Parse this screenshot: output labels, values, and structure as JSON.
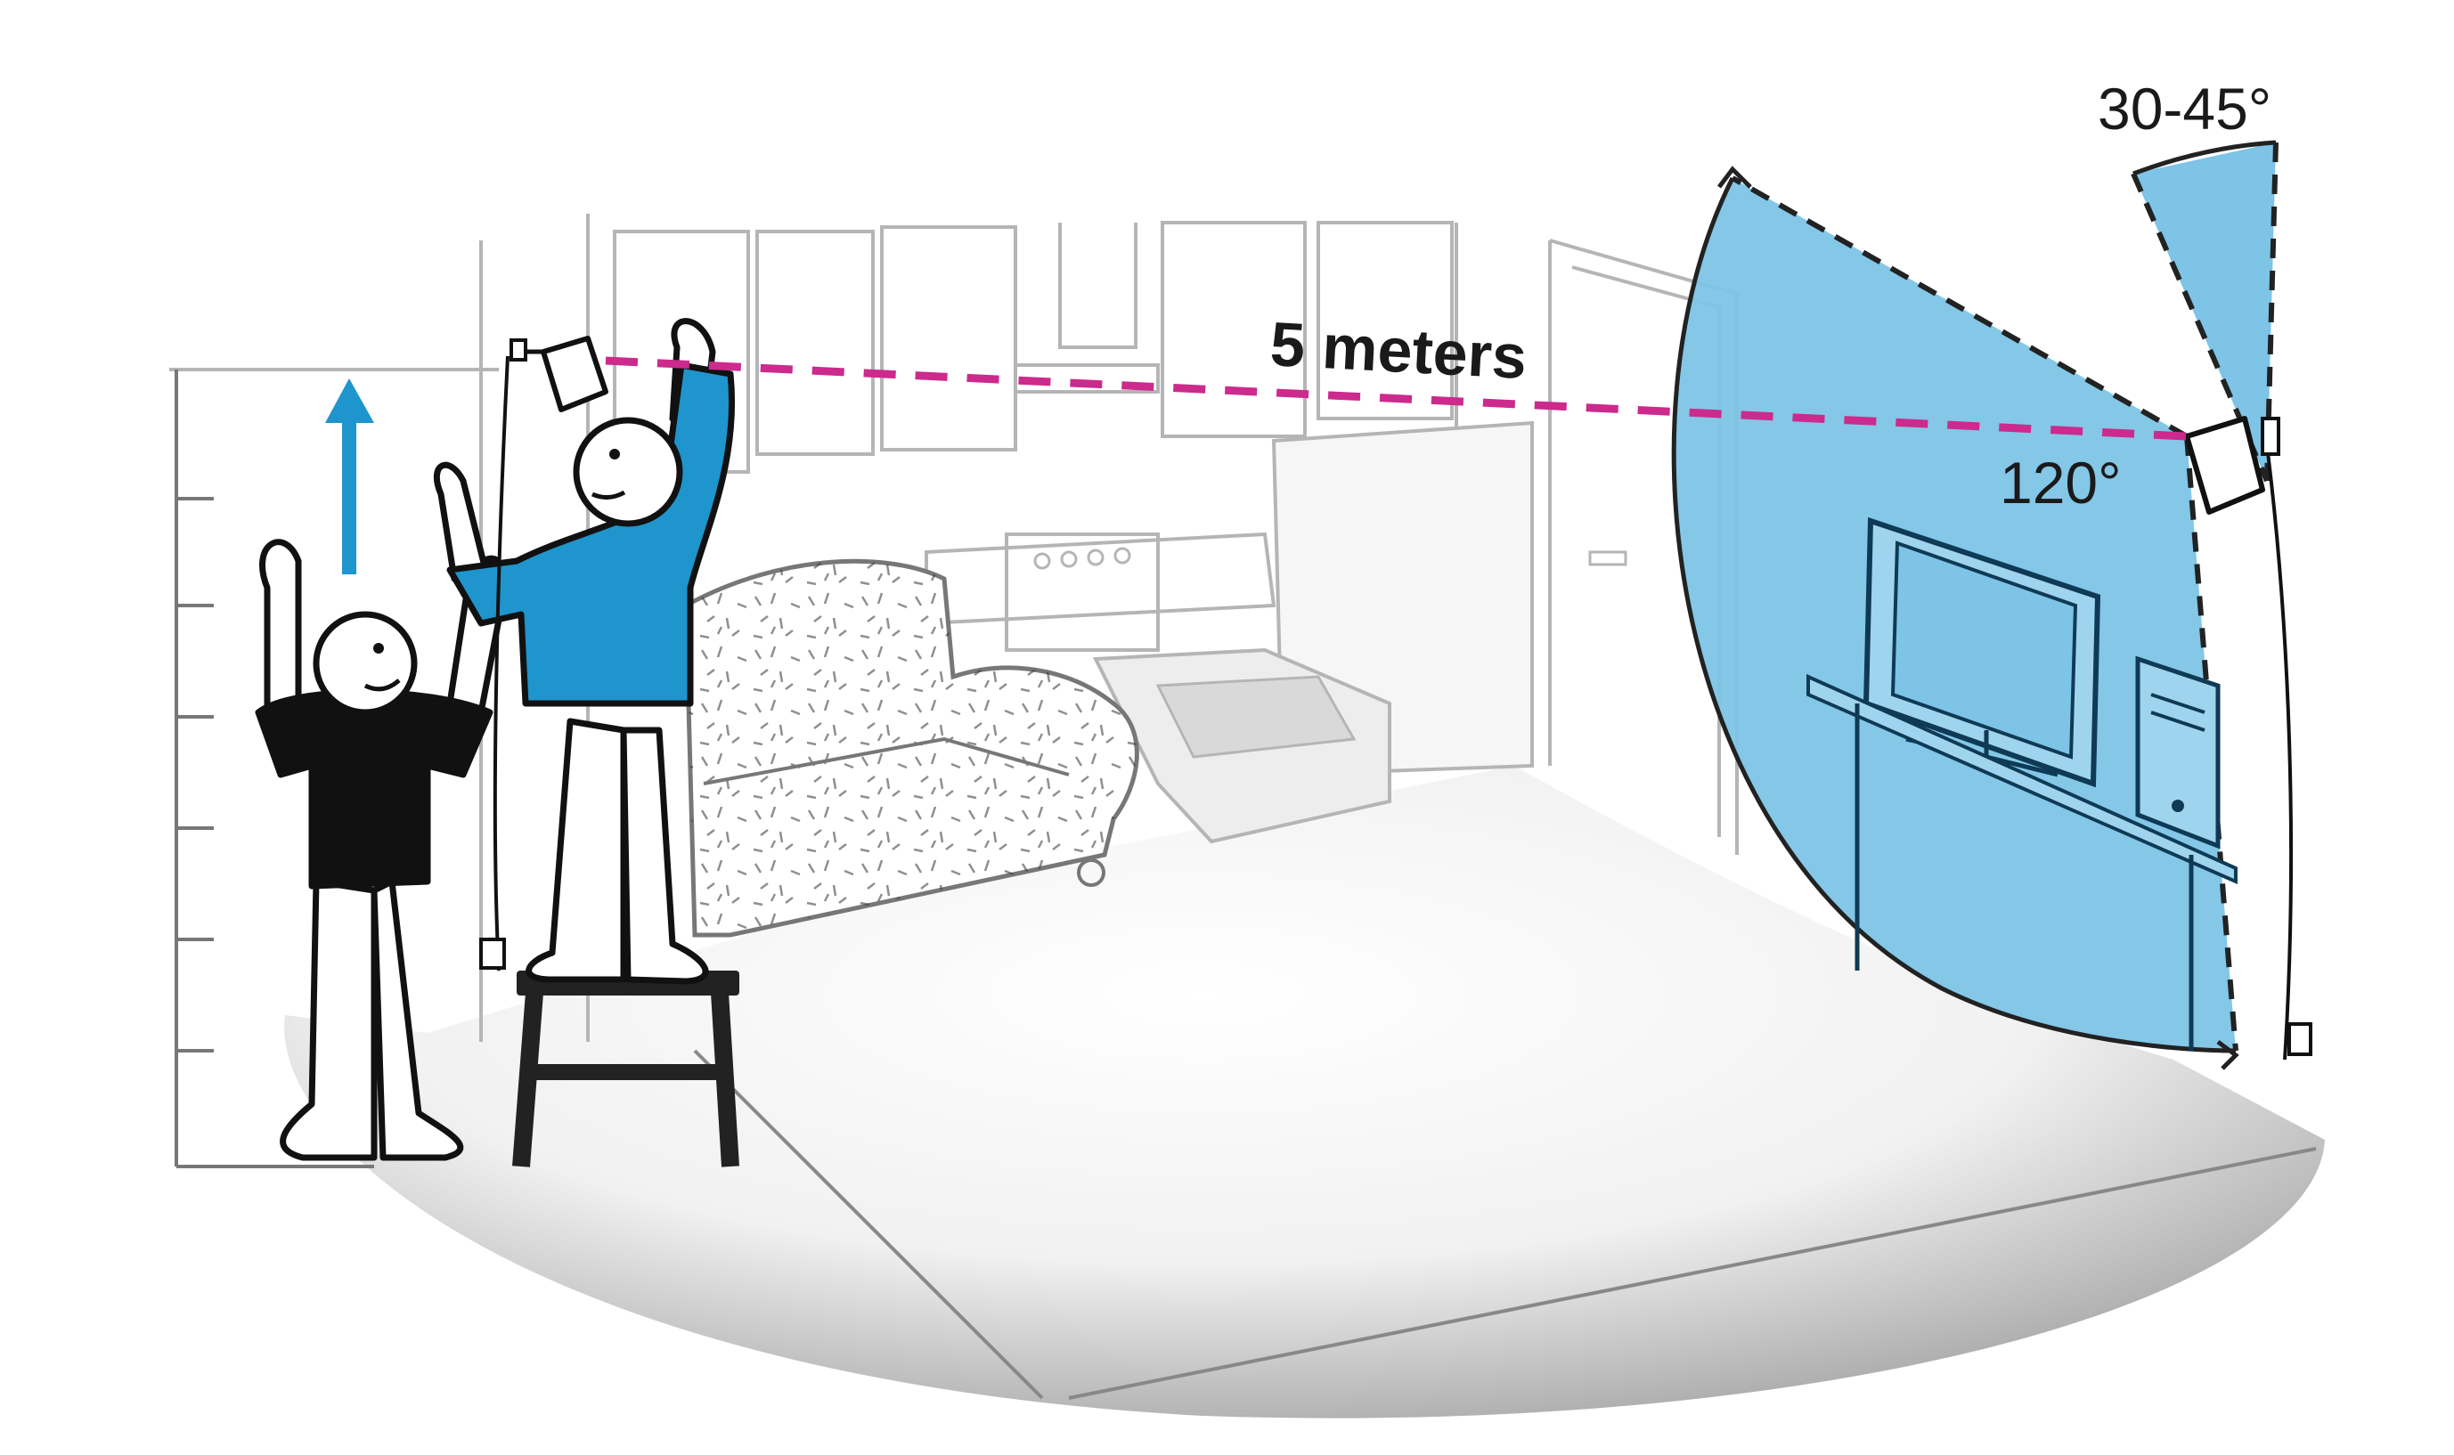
{
  "labels": {
    "distance": "5 meters",
    "horizontal_fov": "120°",
    "tilt": "30-45°"
  },
  "colors": {
    "coverage": "#7dc4e6",
    "shirt": "#1e95cc",
    "beam": "#cc2a8c",
    "arrow": "#1e95cc"
  },
  "icons": [
    "base-station-icon",
    "up-arrow-icon",
    "power-outlet-icon"
  ]
}
